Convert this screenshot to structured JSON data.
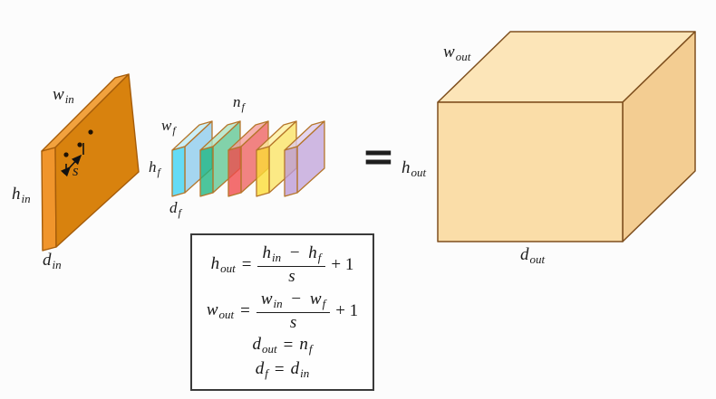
{
  "title": "convolution-output-size-diagram",
  "background": "#fcfcfc",
  "input_slab": {
    "label_width": {
      "base": "w",
      "sub": "in"
    },
    "label_height": {
      "base": "h",
      "sub": "in"
    },
    "label_depth": {
      "base": "d",
      "sub": "in"
    },
    "stride_label": "s",
    "colors": {
      "front": "#d8820e",
      "side": "#f0952c",
      "top": "#f2a23e",
      "stroke": "#a55c0a",
      "dot": "#1f1205",
      "arrow": "#111111"
    }
  },
  "filters": {
    "count": 5,
    "label_count": {
      "base": "n",
      "sub": "f"
    },
    "label_width": {
      "base": "w",
      "sub": "f"
    },
    "label_height": {
      "base": "h",
      "sub": "f"
    },
    "label_depth": {
      "base": "d",
      "sub": "f"
    },
    "stroke": "#b5762b",
    "colors": [
      {
        "name": "cyan",
        "front": "#3fd2f2",
        "side": "#8fccec",
        "top": "#beebf5"
      },
      {
        "name": "green",
        "front": "#21b783",
        "side": "#63c795",
        "top": "#aee2c2"
      },
      {
        "name": "red",
        "front": "#f04b4c",
        "side": "#ed6463",
        "top": "#f49e9b"
      },
      {
        "name": "yellow",
        "front": "#fbdc37",
        "side": "#fae366",
        "top": "#fcf0a0"
      },
      {
        "name": "purple",
        "front": "#bd9bd6",
        "side": "#c3a6db",
        "top": "#ddcbec"
      }
    ]
  },
  "equals_sign": "=",
  "output_cuboid": {
    "label_width": {
      "base": "w",
      "sub": "out"
    },
    "label_height": {
      "base": "h",
      "sub": "out"
    },
    "label_depth": {
      "base": "d",
      "sub": "out"
    },
    "colors": {
      "front": "#fadda8",
      "top": "#fce5b8",
      "side": "#f3cd92",
      "stroke": "#7e4f1e"
    }
  },
  "formulas": {
    "row1": {
      "lhs_base": "h",
      "lhs_sub": "out",
      "eq": "=",
      "num1_base": "h",
      "num1_sub": "in",
      "minus": "−",
      "num2_base": "h",
      "num2_sub": "f",
      "den": "s",
      "tail": "+ 1"
    },
    "row2": {
      "lhs_base": "w",
      "lhs_sub": "out",
      "eq": "=",
      "num1_base": "w",
      "num1_sub": "in",
      "minus": "−",
      "num2_base": "w",
      "num2_sub": "f",
      "den": "s",
      "tail": "+ 1"
    },
    "row3": {
      "lhs_base": "d",
      "lhs_sub": "out",
      "eq": "=",
      "rhs_base": "n",
      "rhs_sub": "f"
    },
    "row4": {
      "lhs_base": "d",
      "lhs_sub": "f",
      "eq": "=",
      "rhs_base": "d",
      "rhs_sub": "in"
    }
  }
}
